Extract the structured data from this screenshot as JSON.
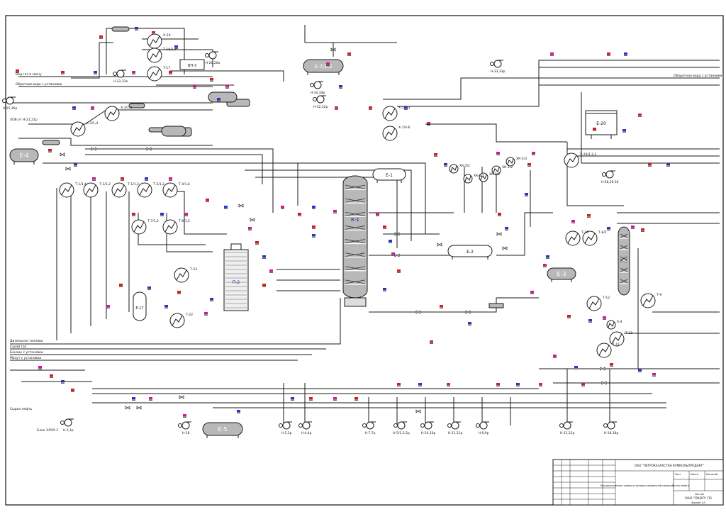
{
  "colors": {
    "line": "#1a1a1a",
    "red": "#e0141e",
    "blue": "#2436c8",
    "magenta": "#d1178e",
    "grey": "#b8b8b8",
    "dark": "#555555"
  },
  "vessels": [
    {
      "id": "E-4",
      "label": "Е-4"
    },
    {
      "id": "E-7",
      "label": "Е-7/1,2"
    },
    {
      "id": "E-1",
      "label": "Е-1"
    },
    {
      "id": "E-2",
      "label": "Е-2"
    },
    {
      "id": "E-3",
      "label": "Е-3"
    },
    {
      "id": "E-5",
      "label": "Е-5"
    },
    {
      "id": "E-17",
      "label": "Е-17"
    },
    {
      "id": "E-20",
      "label": "Е-20"
    },
    {
      "id": "VP",
      "label": "ВП-3"
    }
  ],
  "columns": [
    {
      "id": "K-1",
      "label": "К-1"
    },
    {
      "id": "K-3",
      "label": "К-3"
    },
    {
      "id": "P-2",
      "label": "П-2"
    }
  ],
  "exchangers": [
    {
      "id": "x1",
      "label": "Т-1/1,4"
    },
    {
      "id": "x2",
      "label": "Т-1/1,2"
    },
    {
      "id": "x3",
      "label": "Т-1/1,3"
    },
    {
      "id": "x4",
      "label": "Т-3/1,2"
    },
    {
      "id": "x5",
      "label": "Т-4/1,4"
    },
    {
      "id": "x6",
      "label": "Т-7/1,2"
    },
    {
      "id": "x7",
      "label": "Т-6/1,5"
    },
    {
      "id": "x8",
      "label": "Х-3/1,2"
    },
    {
      "id": "x9",
      "label": "Х-2/1,4"
    },
    {
      "id": "x10",
      "label": "Х-19"
    },
    {
      "id": "x11",
      "label": "Т-18/1,2"
    },
    {
      "id": "x12",
      "label": "Т-17"
    },
    {
      "id": "x13",
      "label": "Т-23"
    },
    {
      "id": "x14",
      "label": "Т-22"
    },
    {
      "id": "x15",
      "label": "Х-1/1-3"
    },
    {
      "id": "x16",
      "label": "Х-7/4-6"
    },
    {
      "id": "x17",
      "label": "ХК-2/1"
    },
    {
      "id": "x18",
      "label": "ХК-1/1"
    },
    {
      "id": "x19",
      "label": "ХК-2/2"
    },
    {
      "id": "x20",
      "label": "ХК-1/2"
    },
    {
      "id": "x21",
      "label": "ХК-2/3"
    },
    {
      "id": "x22",
      "label": "Х-20/1,2,3"
    },
    {
      "id": "x23",
      "label": "Т-10"
    },
    {
      "id": "x24",
      "label": "Т-8/2"
    },
    {
      "id": "x25",
      "label": "Т-12"
    },
    {
      "id": "x26",
      "label": "Т-13"
    },
    {
      "id": "x27",
      "label": "Т-11"
    },
    {
      "id": "x28",
      "label": "Х-4"
    },
    {
      "id": "x29",
      "label": "Т-9"
    }
  ],
  "pumps": [
    {
      "id": "p1",
      "label": "Н-15,16р"
    },
    {
      "id": "p2",
      "label": "Н-22,22а"
    },
    {
      "id": "p3",
      "label": "Н-20,20а"
    },
    {
      "id": "p4",
      "label": "Н-34,34р"
    },
    {
      "id": "p5",
      "label": "Н-32,32р"
    },
    {
      "id": "p6",
      "label": "Н-33,33р"
    },
    {
      "id": "p7",
      "label": "Н-28,29,30"
    },
    {
      "id": "p8",
      "label": "Н-3,3р"
    },
    {
      "id": "p9",
      "label": "Н-18"
    },
    {
      "id": "p10",
      "label": "Н-2,2р"
    },
    {
      "id": "p11",
      "label": "Н-4,4р"
    },
    {
      "id": "p12",
      "label": "Н-7,7р"
    },
    {
      "id": "p13",
      "label": "Н-5/1,5,5р"
    },
    {
      "id": "p14",
      "label": "Н-10,10р"
    },
    {
      "id": "p15",
      "label": "Н-11,11р"
    },
    {
      "id": "p16",
      "label": "Н-9,9р"
    },
    {
      "id": "p17",
      "label": "Н-12,12р"
    },
    {
      "id": "p18",
      "label": "Н-18,18р"
    }
  ],
  "streams": [
    {
      "id": "s1",
      "label": "Вод газ в свечу"
    },
    {
      "id": "s2",
      "label": "ХОВ от Н-21,21р"
    },
    {
      "id": "s3",
      "label": "Обратная вода с установки"
    },
    {
      "id": "s4",
      "label": "Оборотная вода с установки"
    },
    {
      "id": "s5",
      "label": "Дизельное топливо"
    },
    {
      "id": "s6",
      "label": "Сухой газ"
    },
    {
      "id": "s7",
      "label": "Бензин с установки"
    },
    {
      "id": "s8",
      "label": "Мазут с установки"
    },
    {
      "id": "s9",
      "label": "Сырая нефть"
    },
    {
      "id": "s10",
      "label": "Блок ЭЛОУ-2"
    }
  ],
  "title_block": {
    "company": "ОАО \"ПЕТРОКАЗАХСТАН КУМКОЛЬПРОДАКТ\"",
    "drawing_title": "Технологическая схема установки первичной переработки нефти",
    "org": "ОАО \"ПКОП\" ПЗ",
    "sheet_label": "Лист",
    "sheets_label": "Листов",
    "mass_label": "Масса",
    "scale_label": "Масштаб",
    "format": "Формат А3"
  }
}
